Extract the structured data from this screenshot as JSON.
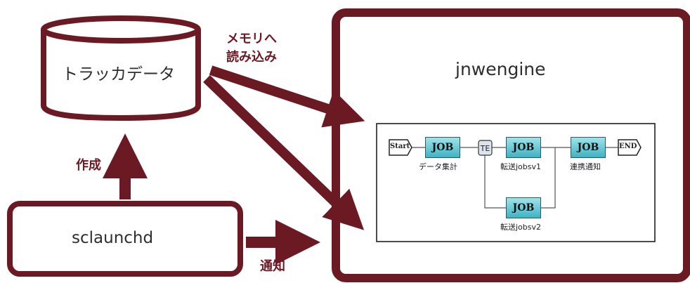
{
  "colors": {
    "accent": "#6b1a24",
    "job_fill": "#3fb3c3"
  },
  "datastore": {
    "label": "トラッカデータ"
  },
  "sclaunchd": {
    "label": "sclaunchd"
  },
  "engine": {
    "label": "jnwengine"
  },
  "arrows": {
    "create": "作成",
    "load_line1": "メモリへ",
    "load_line2": "読み込み",
    "notify": "通知"
  },
  "flow": {
    "start": "Start",
    "end": "END",
    "job_text": "JOB",
    "jobs": [
      {
        "name": "データ集計"
      },
      {
        "name": "転送jobsv1"
      },
      {
        "name": "連携通知"
      },
      {
        "name": "転送jobsv2"
      }
    ]
  }
}
